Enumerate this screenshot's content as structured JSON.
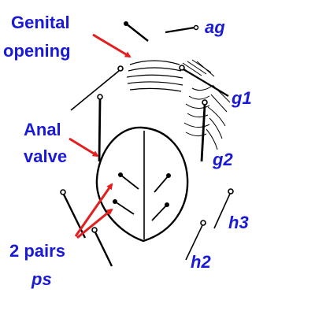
{
  "labels": {
    "genital_line1": "Genital",
    "genital_line2": "opening",
    "anal_line1": "Anal",
    "anal_line2": "valve",
    "pairs_line1": "2 pairs",
    "pairs_line2": "ps"
  },
  "setae": {
    "ag": "ag",
    "g1": "g1",
    "g2": "g2",
    "h3": "h3",
    "h2": "h2"
  },
  "colors": {
    "label": "#1a1ad6",
    "arrow": "#e31e1e",
    "drawing": "#000000"
  }
}
